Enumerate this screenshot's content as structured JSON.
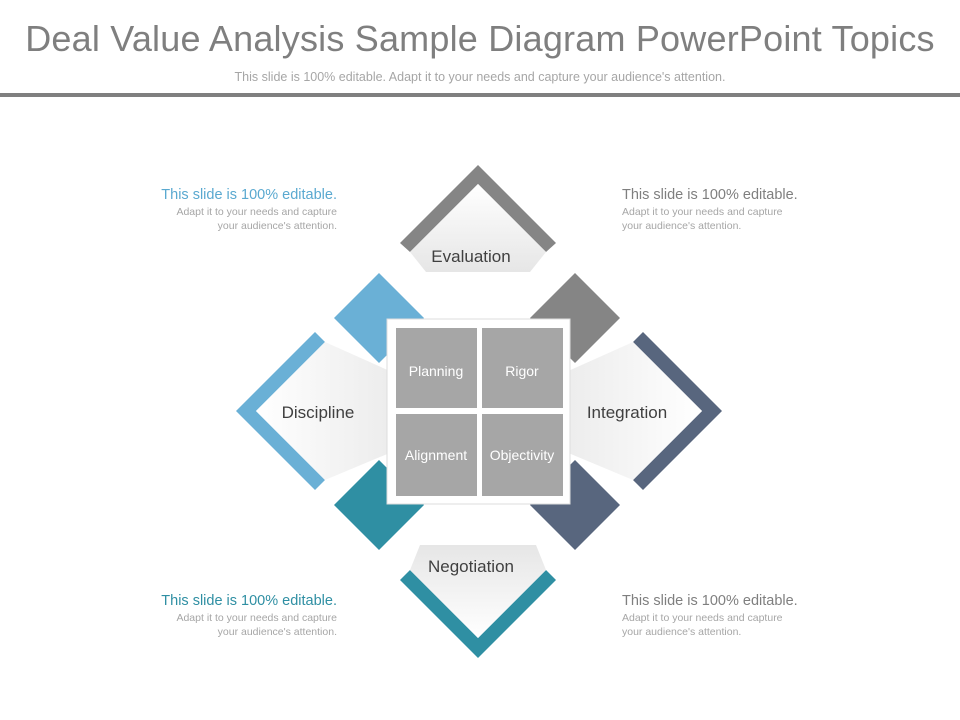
{
  "title": "Deal Value Analysis Sample Diagram PowerPoint Topics",
  "subtitle": "This slide is 100% editable. Adapt it to your needs and capture your audience's attention.",
  "petals": {
    "top": "Evaluation",
    "left": "Discipline",
    "right": "Integration",
    "bottom": "Negotiation"
  },
  "center": {
    "top_left": "Planning",
    "top_right": "Rigor",
    "bottom_left": "Alignment",
    "bottom_right": "Objectivity"
  },
  "notes": {
    "top_left": {
      "head": "This slide is 100% editable.",
      "body_1": "Adapt it to your needs and capture",
      "body_2": "your audience's attention."
    },
    "top_right": {
      "head": "This slide is 100% editable.",
      "body_1": "Adapt it to your needs and capture",
      "body_2": "your audience's attention."
    },
    "bottom_left": {
      "head": "This slide is 100% editable.",
      "body_1": "Adapt it to your needs and capture",
      "body_2": "your audience's attention."
    },
    "bottom_right": {
      "head": "This slide is 100% editable.",
      "body_1": "Adapt it to your needs and capture",
      "body_2": "your audience's attention."
    }
  },
  "colors": {
    "evaluation": "#858585",
    "discipline": "#6ab0d6",
    "integration": "#58667e",
    "negotiation": "#2f8fa3",
    "cell": "#a6a6a6",
    "note_head_blue": "#5aa9d0",
    "note_head_gray": "#7f7f7f",
    "note_head_teal": "#2f8fa3"
  }
}
